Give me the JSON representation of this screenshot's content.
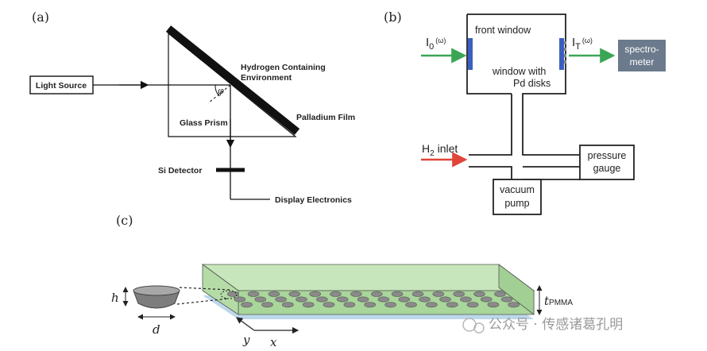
{
  "panel_a": {
    "label": "(a)",
    "light_source": "Light Source",
    "environment_line1": "Hydrogen Containing",
    "environment_line2": "Environment",
    "angle_symbol": "φ",
    "glass_prism": "Glass Prism",
    "palladium_film": "Palladium Film",
    "si_detector": "Si Detector",
    "display_electronics": "Display Electronics"
  },
  "panel_b": {
    "label": "(b)",
    "i0_main": "I",
    "i0_sub": "0",
    "i0_arg": "(ω)",
    "it_main": "I",
    "it_sub": "T",
    "it_arg": "(ω)",
    "front_window": "front window",
    "window_with_line1": "window with",
    "window_with_line2": "Pd disks",
    "spectrometer_line1": "spectro-",
    "spectrometer_line2": "meter",
    "h2_main": "H",
    "h2_sub": "2",
    "h2_rest": " inlet",
    "pressure_line1": "pressure",
    "pressure_line2": "gauge",
    "vacuum_line1": "vacuum",
    "vacuum_line2": "pump",
    "colors": {
      "input_arrow": "#3aa655",
      "output_arrow": "#3aa655",
      "h2_arrow": "#e0453a",
      "window": "#3b5fc0",
      "spectrometer": "#6b7a8c"
    }
  },
  "panel_c": {
    "label": "(c)",
    "h": "h",
    "d": "d",
    "y": "y",
    "x": "x",
    "t_main": "t",
    "t_sub": "PMMA",
    "colors": {
      "layer_top": "#bfe3b2",
      "layer_front": "#a9d69a",
      "substrate": "#bcd8ea",
      "disk": "#8a8a8a"
    }
  },
  "watermark": "公众号 · 传感诸葛孔明"
}
